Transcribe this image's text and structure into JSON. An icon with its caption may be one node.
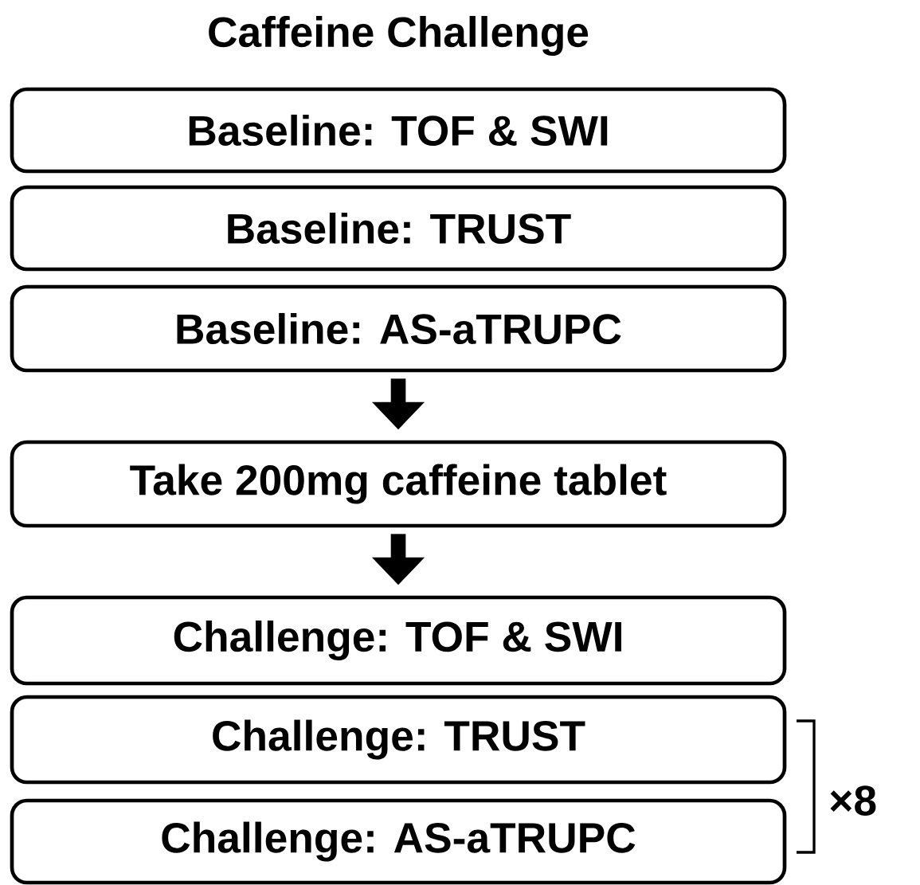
{
  "diagram": {
    "title": "Caffeine Challenge",
    "nodes": [
      {
        "text": [
          "Baseline: TOF & SWI"
        ]
      },
      {
        "text": [
          "Baseline: TRUST"
        ]
      },
      {
        "text": [
          "Baseline: AS-aTRUPC"
        ]
      },
      {
        "text": [
          "Take 200mg caffeine tablet"
        ]
      },
      {
        "text": [
          "Challenge: TOF & SWI"
        ]
      },
      {
        "text": [
          "Challenge: TRUST"
        ]
      },
      {
        "text": [
          "Challenge: AS-aTRUPC"
        ]
      }
    ],
    "edges": [
      {
        "from": 2,
        "to": 3,
        "arrow": "to"
      },
      {
        "from": 3,
        "to": 4,
        "arrow": "to"
      }
    ],
    "labels": [
      "×8"
    ]
  }
}
